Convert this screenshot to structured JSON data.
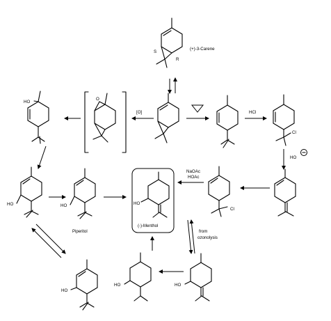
{
  "labels": {
    "carene": "(+)-3-Carene",
    "stereo_s": "S",
    "stereo_r": "R",
    "oxidation": "[O]",
    "acid": "HCl",
    "base": "HO",
    "reagent_1": "NaOAc",
    "reagent_2": "HOAc",
    "from_1": "from",
    "from_2": "ozonolysis",
    "piperitol": "Piperitol",
    "menthol": "(-)-Menthol"
  },
  "atoms": {
    "ho": "HO",
    "cl": "Cl"
  }
}
